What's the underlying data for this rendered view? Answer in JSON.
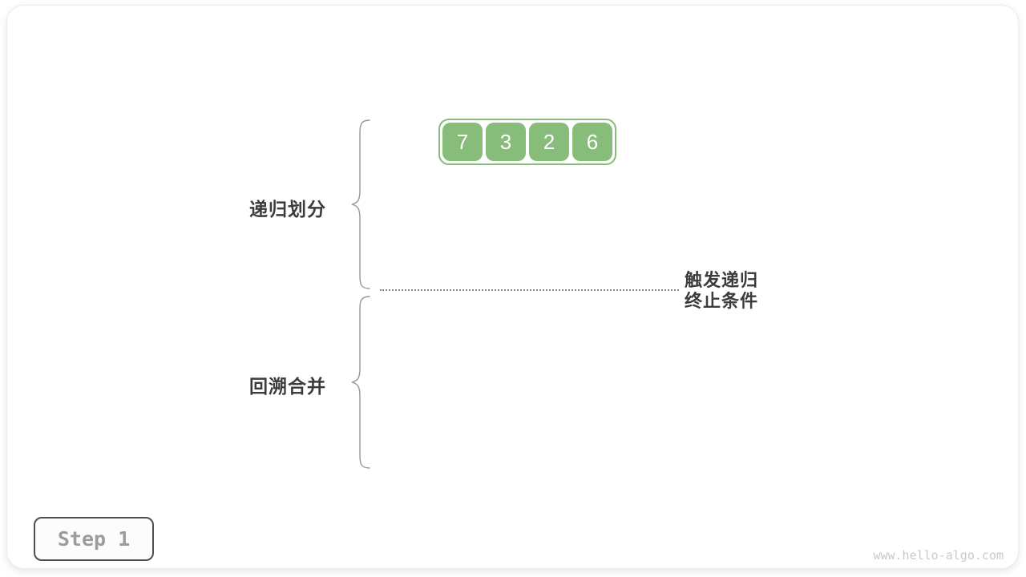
{
  "diagram": {
    "title_context": "merge sort phase diagram",
    "array": {
      "values": [
        "7",
        "3",
        "2",
        "6"
      ]
    },
    "labels": {
      "divide_phase": "递归划分",
      "merge_phase": "回溯合并",
      "trigger_line1": "触发递归",
      "trigger_line2": "终止条件"
    },
    "step_badge": {
      "label": "Step 1"
    },
    "watermark": "www.hello-algo.com",
    "colors": {
      "array_green": "#87bc7a",
      "label_dark": "#3c3c3c",
      "brace_gray": "#979797",
      "dotted_gray": "#848484",
      "step_text_gray": "#9c9c9c",
      "step_border_gray": "#4f4f4f",
      "watermark_gray": "#c9c9c9"
    }
  }
}
